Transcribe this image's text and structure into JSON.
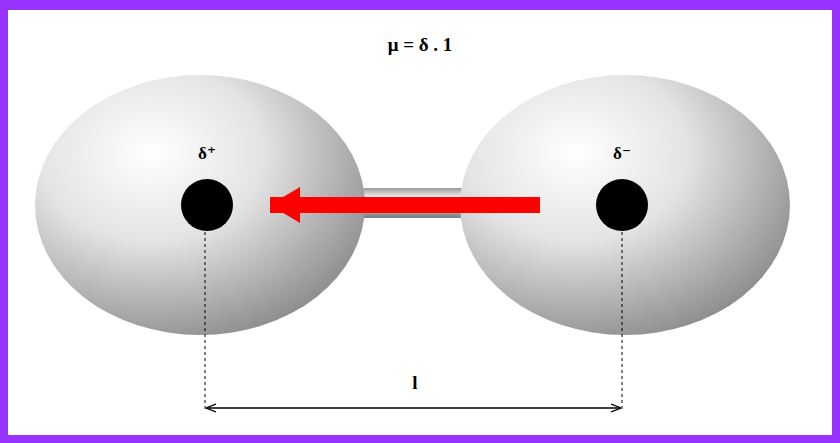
{
  "diagram": {
    "title": "μ = δ . 1",
    "nodes": [
      {
        "text": [
          "δ⁺"
        ]
      },
      {
        "text": [
          "δ⁻"
        ]
      }
    ],
    "edges": [
      {
        "from": 1,
        "to": 0,
        "arrow": "to"
      }
    ],
    "labels": [
      "l"
    ]
  }
}
